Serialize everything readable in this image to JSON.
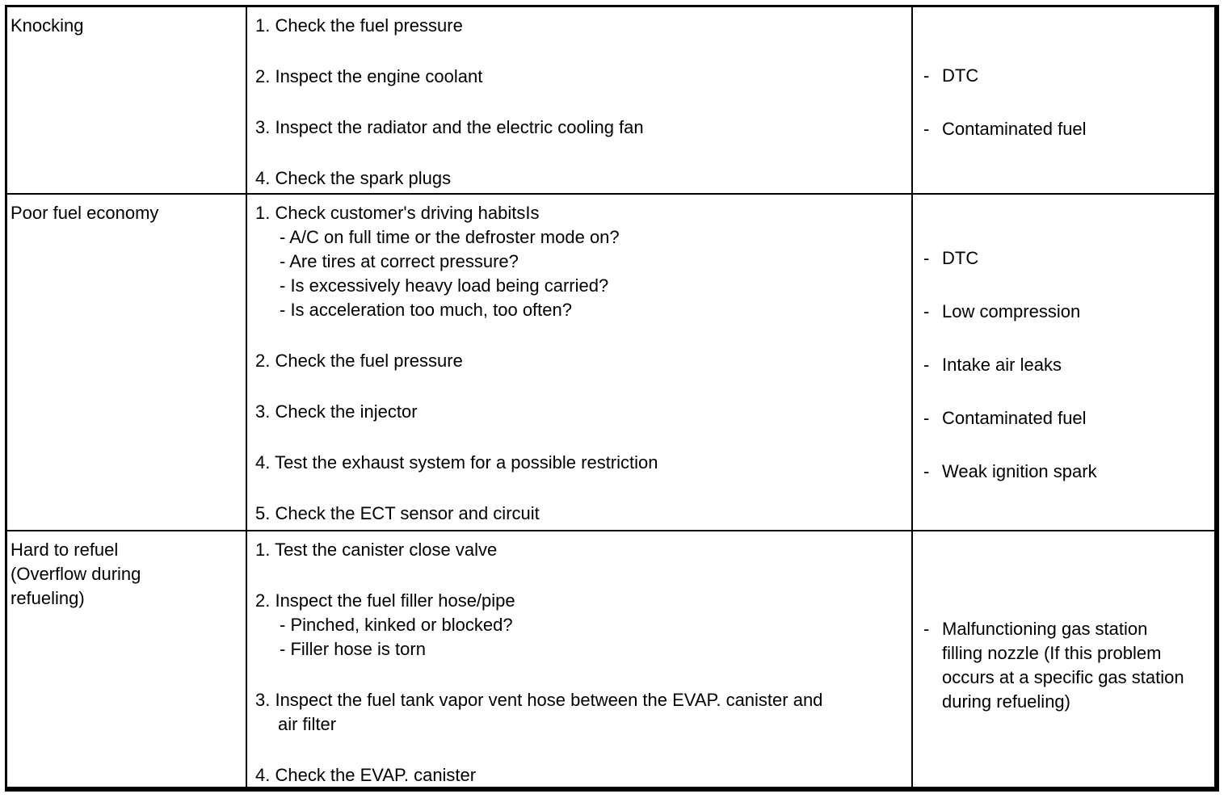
{
  "list_dash": "-",
  "rows": [
    {
      "symptom_lines": [
        "Knocking"
      ],
      "step_lines": [
        {
          "kind": "step",
          "t": "1. Check the fuel pressure"
        },
        {
          "kind": "step",
          "t": "2. Inspect the engine coolant"
        },
        {
          "kind": "step",
          "t": "3. Inspect the radiator and the electric cooling fan"
        },
        {
          "kind": "step",
          "t": "4. Check the spark plugs"
        }
      ],
      "causes": [
        {
          "lines": [
            "DTC"
          ]
        },
        {
          "lines": [
            "Contaminated fuel"
          ]
        }
      ]
    },
    {
      "symptom_lines": [
        "Poor fuel economy"
      ],
      "step_lines": [
        {
          "kind": "step",
          "t": "1. Check customer's driving habitsIs"
        },
        {
          "kind": "sub",
          "t": "- A/C on full time or the defroster mode on?"
        },
        {
          "kind": "sub",
          "t": "- Are tires at correct pressure?"
        },
        {
          "kind": "sub",
          "t": "- Is excessively heavy load being carried?"
        },
        {
          "kind": "sub",
          "t": "- Is acceleration too much, too often?"
        },
        {
          "kind": "step",
          "t": "2. Check the fuel pressure"
        },
        {
          "kind": "step",
          "t": "3. Check the injector"
        },
        {
          "kind": "step",
          "t": "4. Test the exhaust system for a possible restriction"
        },
        {
          "kind": "step",
          "t": "5. Check the ECT sensor and circuit"
        }
      ],
      "causes": [
        {
          "lines": [
            "DTC"
          ]
        },
        {
          "lines": [
            "Low compression"
          ]
        },
        {
          "lines": [
            "Intake air leaks"
          ]
        },
        {
          "lines": [
            "Contaminated fuel"
          ]
        },
        {
          "lines": [
            "Weak ignition spark"
          ]
        }
      ]
    },
    {
      "symptom_lines": [
        "Hard to refuel",
        "(Overflow during",
        "refueling)"
      ],
      "step_lines": [
        {
          "kind": "step",
          "t": "1. Test the canister close valve"
        },
        {
          "kind": "step",
          "t": "2. Inspect the fuel filler hose/pipe"
        },
        {
          "kind": "sub",
          "t": "- Pinched, kinked or blocked?"
        },
        {
          "kind": "sub",
          "t": "- Filler hose is torn"
        },
        {
          "kind": "step",
          "t": "3. Inspect the fuel tank vapor vent hose between the EVAP. canister and"
        },
        {
          "kind": "cont",
          "t": "air filter"
        },
        {
          "kind": "step",
          "t": "4. Check the EVAP. canister"
        }
      ],
      "causes": [
        {
          "lines": [
            "Malfunctioning gas station",
            "filling nozzle (If this problem",
            "occurs at a specific gas station",
            "during refueling)"
          ]
        }
      ]
    }
  ]
}
